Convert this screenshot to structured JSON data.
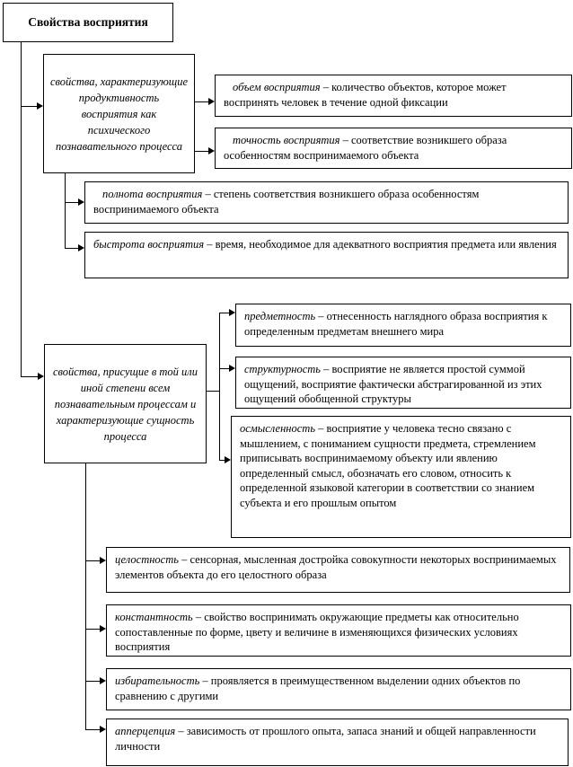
{
  "title": "Свойства восприятия",
  "colors": {
    "border": "#000000",
    "background": "#ffffff",
    "text": "#000000"
  },
  "groups": [
    {
      "label": "свойства, характеризующие продуктивность восприятия как психического познавательного процесса"
    },
    {
      "label": "свойства, присущие в той или иной степени всем познавательным процессам и характеризующие сущность процесса"
    }
  ],
  "leaves": [
    {
      "term": "объем восприятия",
      "def": " – количество объектов, которое может воспринять человек в течение одной фиксации"
    },
    {
      "term": "точность восприятия",
      "def": " – соответствие возникшего образа особенностям воспринимаемого объекта"
    },
    {
      "term": "полнота восприятия",
      "def": " – степень соответствия возникшего образа особенностям воспринимаемого объекта"
    },
    {
      "term": "быстрота восприятия",
      "def": " – время, необходимое для адекватного восприятия предмета или явления"
    },
    {
      "term": "предметность",
      "def": " – отнесенность наглядного образа восприятия к определенным предметам внешнего мира"
    },
    {
      "term": "структурность",
      "def": " – восприятие не является простой суммой ощущений, восприятие фактически абстрагированной из этих ощущений обобщенной структуры"
    },
    {
      "term": "осмысленность",
      "def": " – восприятие у человека тесно связано с мышлением, с пониманием сущности предмета, стремлением приписывать воспринимаемому объекту или явлению определенный смысл, обозначать его словом, относить к определенной языковой категории в соответствии со знанием субъекта и его прошлым опытом"
    },
    {
      "term": "целостность",
      "def": " – сенсорная, мысленная достройка совокупности некоторых воспринимаемых элементов объекта до его целостного образа"
    },
    {
      "term": "константность",
      "def": " – свойство воспринимать окружающие предметы как относительно сопоставленные по форме, цвету и величине в изменяющихся физических условиях восприятия"
    },
    {
      "term": "избирательность",
      "def": " – проявляется в преимущественном выделении одних объектов по сравнению с другими"
    },
    {
      "term": "апперцепция",
      "def": " – зависимость от прошлого опыта, запаса знаний и общей направленности личности"
    }
  ]
}
